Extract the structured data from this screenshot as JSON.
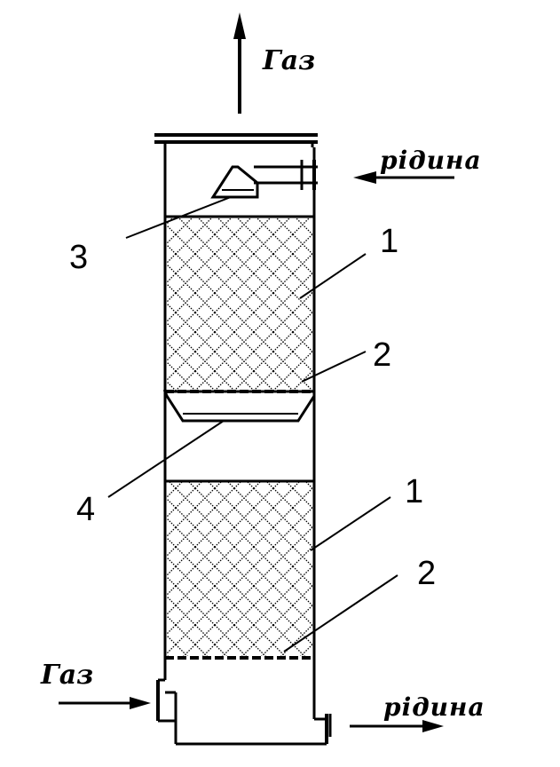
{
  "labels": {
    "gas_top": "Газ",
    "liquid_top": "рідина",
    "gas_bottom": "Газ",
    "liquid_bottom": "рідина",
    "callout_1_upper": "1",
    "callout_1_lower": "1",
    "callout_2_upper": "2",
    "callout_2_lower": "2",
    "callout_3": "3",
    "callout_4": "4"
  }
}
